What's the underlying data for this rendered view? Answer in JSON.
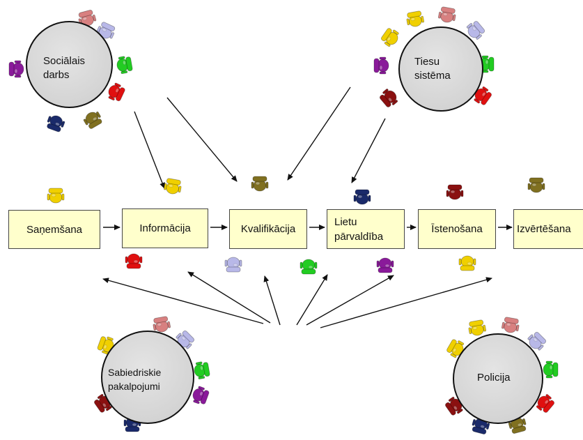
{
  "tables": [
    {
      "id": "social",
      "label": "Sociālais\ndarbs"
    },
    {
      "id": "justice",
      "label": "Tiesu\nsistēma"
    },
    {
      "id": "public",
      "label": "Sabiedriskie\npakalpojumi"
    },
    {
      "id": "police",
      "label": "Policija"
    }
  ],
  "stages": [
    {
      "id": "receipt",
      "label": "Saņemšana"
    },
    {
      "id": "information",
      "label": "Informācija"
    },
    {
      "id": "qualification",
      "label": "Kvalifikācija"
    },
    {
      "id": "case-management",
      "label": "Lietu\npārvaldība"
    },
    {
      "id": "implementation",
      "label": "Īstenošana"
    },
    {
      "id": "evaluation",
      "label": "Izvērtēšana"
    }
  ],
  "colors": {
    "box_fill": "#ffffcc",
    "table_fill": "#d8d8d8",
    "chair_red": "#e01010",
    "chair_green": "#22cc22",
    "chair_yellow": "#f0d000",
    "chair_purple": "#8a1a9a",
    "chair_navy": "#1a2a6a",
    "chair_olive": "#807020",
    "chair_maroon": "#8a1010",
    "chair_lavender": "#b8b8e8",
    "chair_pink": "#d88080"
  }
}
